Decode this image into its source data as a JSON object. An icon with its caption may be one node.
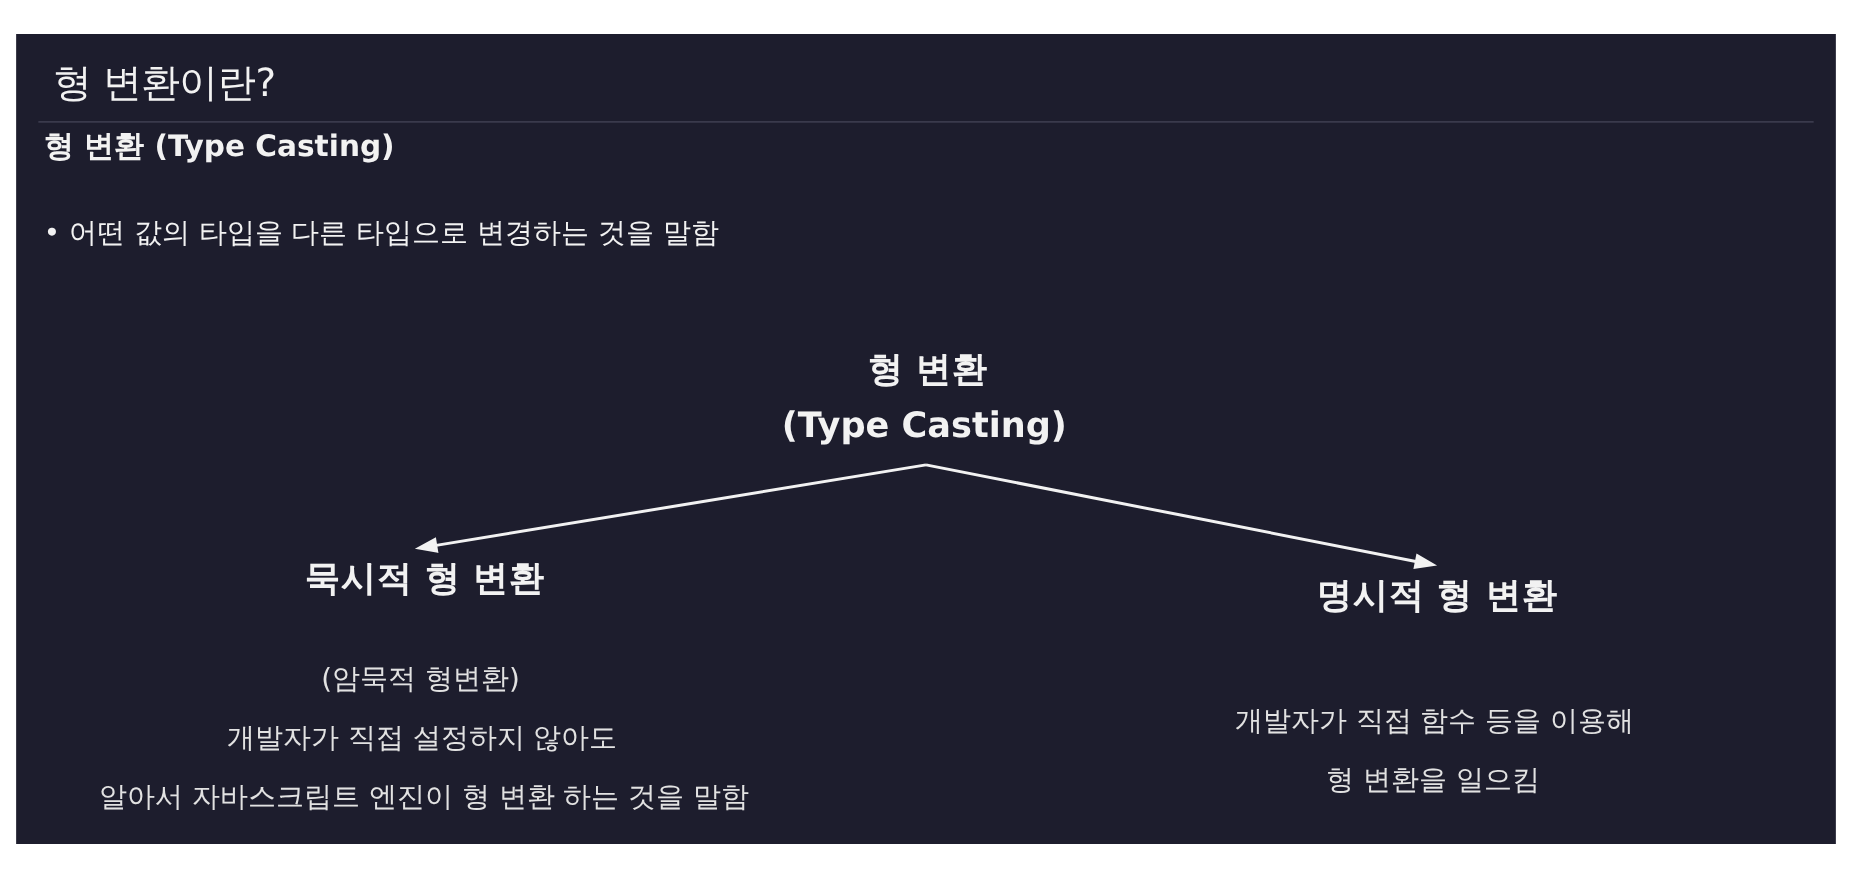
{
  "diagram": {
    "title": "형 변환이란?",
    "nodes": [
      {
        "text": [
          "형 변환 (Type Casting)"
        ]
      },
      {
        "text": [
          "묵시적 형 변환",
          "(암묵적 형변환)",
          "개발자가 직접 설정하지 않아도 알아서 자바스크립트 엔진이 형 변환 하는 것을 말함"
        ]
      },
      {
        "text": [
          "명시적 형 변환",
          "개발자가 직접 함수 등을 이용해 형 변환을 일으킴"
        ]
      }
    ],
    "edges": [
      {
        "from": 0,
        "to": 1,
        "arrow": "to"
      },
      {
        "from": 0,
        "to": 2,
        "arrow": "to"
      }
    ],
    "labels": [
      "형 변환 (Type Casting)",
      "• 어떤 값의 타입을 다른 타입으로 변경하는 것을 말함"
    ]
  }
}
